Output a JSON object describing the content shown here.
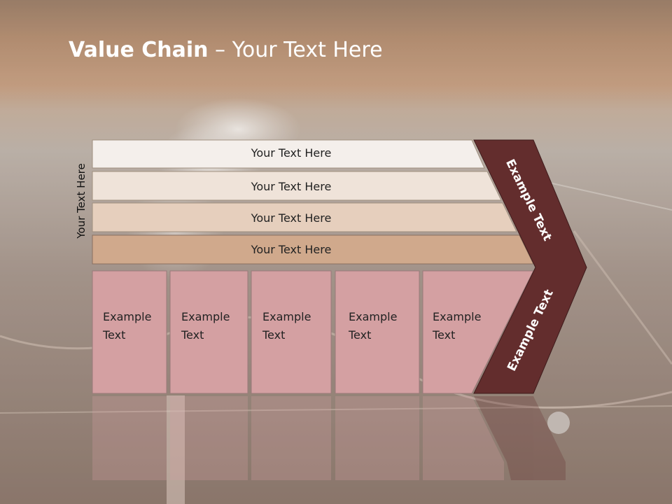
{
  "title": {
    "bold": "Value Chain",
    "rest": " – Your Text Here"
  },
  "side_label": "Your Text Here",
  "support_rows": [
    "Your Text Here",
    "Your Text Here",
    "Your Text Here",
    "Your Text Here"
  ],
  "primary_boxes": [
    {
      "line1": "Example",
      "line2": "Text"
    },
    {
      "line1": "Example",
      "line2": "Text"
    },
    {
      "line1": "Example",
      "line2": "Text"
    },
    {
      "line1": "Example",
      "line2": "Text"
    },
    {
      "line1": "Example",
      "line2": "Text"
    }
  ],
  "margin_labels": {
    "top": "Example Text",
    "bottom": "Example Text"
  },
  "colors": {
    "row_fills": [
      "#f4efeb",
      "#efe3d9",
      "#e6cfbd",
      "#d0a98c"
    ],
    "primary_fill": "#d4a0a2",
    "margin_fill": "#632d2d",
    "header_band": "#b28868"
  }
}
